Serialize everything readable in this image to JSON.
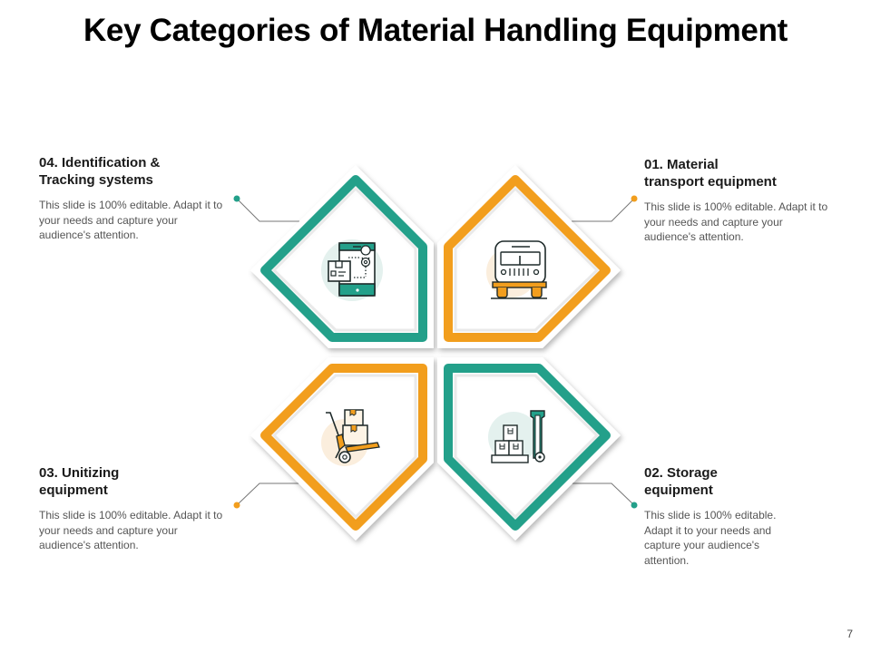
{
  "title": "Key Categories of Material Handling Equipment",
  "colors": {
    "teal": "#23a08a",
    "orange": "#f29e1d",
    "text_dark": "#1a1a1a",
    "text_body": "#555555"
  },
  "items": [
    {
      "id": "01",
      "heading": "01. Material transport equipment",
      "heading_line1": "01. Material",
      "heading_line2": "transport equipment",
      "body": "This slide is 100% editable. Adapt it to your needs and capture your audience's attention.",
      "color": "orange",
      "icon": "truck-icon",
      "position": "top-right"
    },
    {
      "id": "02",
      "heading": "02. Storage equipment",
      "heading_line1": "02. Storage",
      "heading_line2": "equipment",
      "body": "This slide is 100% editable. Adapt it to your needs and capture your audience's attention.",
      "color": "teal",
      "icon": "pallet-jack-boxes-icon",
      "position": "bottom-right"
    },
    {
      "id": "03",
      "heading": "03. Unitizing equipment",
      "heading_line1": "03. Unitizing",
      "heading_line2": "equipment",
      "body": "This slide is 100% editable. Adapt it to your needs and capture your audience's attention.",
      "color": "orange",
      "icon": "hand-truck-icon",
      "position": "bottom-left"
    },
    {
      "id": "04",
      "heading": "04. Identification & Tracking systems",
      "heading_line1": "04. Identification &",
      "heading_line2": "Tracking systems",
      "body": "This slide is 100% editable. Adapt it to your needs and capture your audience's attention.",
      "color": "teal",
      "icon": "mobile-tracking-icon",
      "position": "top-left"
    }
  ],
  "page_number": "7"
}
